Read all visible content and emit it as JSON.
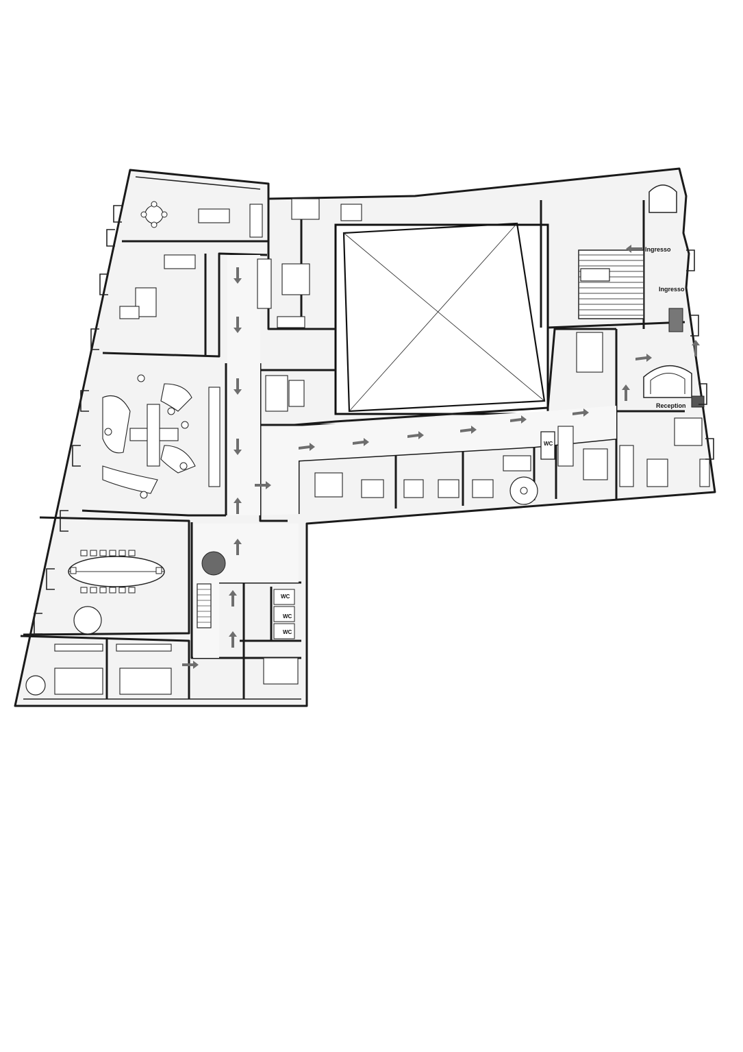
{
  "labels": {
    "entrance_top": "Ingresso",
    "entrance_side": "Ingresso",
    "reception": "Reception",
    "wc_1": "WC",
    "wc_2": "WC",
    "wc_3": "WC",
    "wc_4": "WC"
  }
}
